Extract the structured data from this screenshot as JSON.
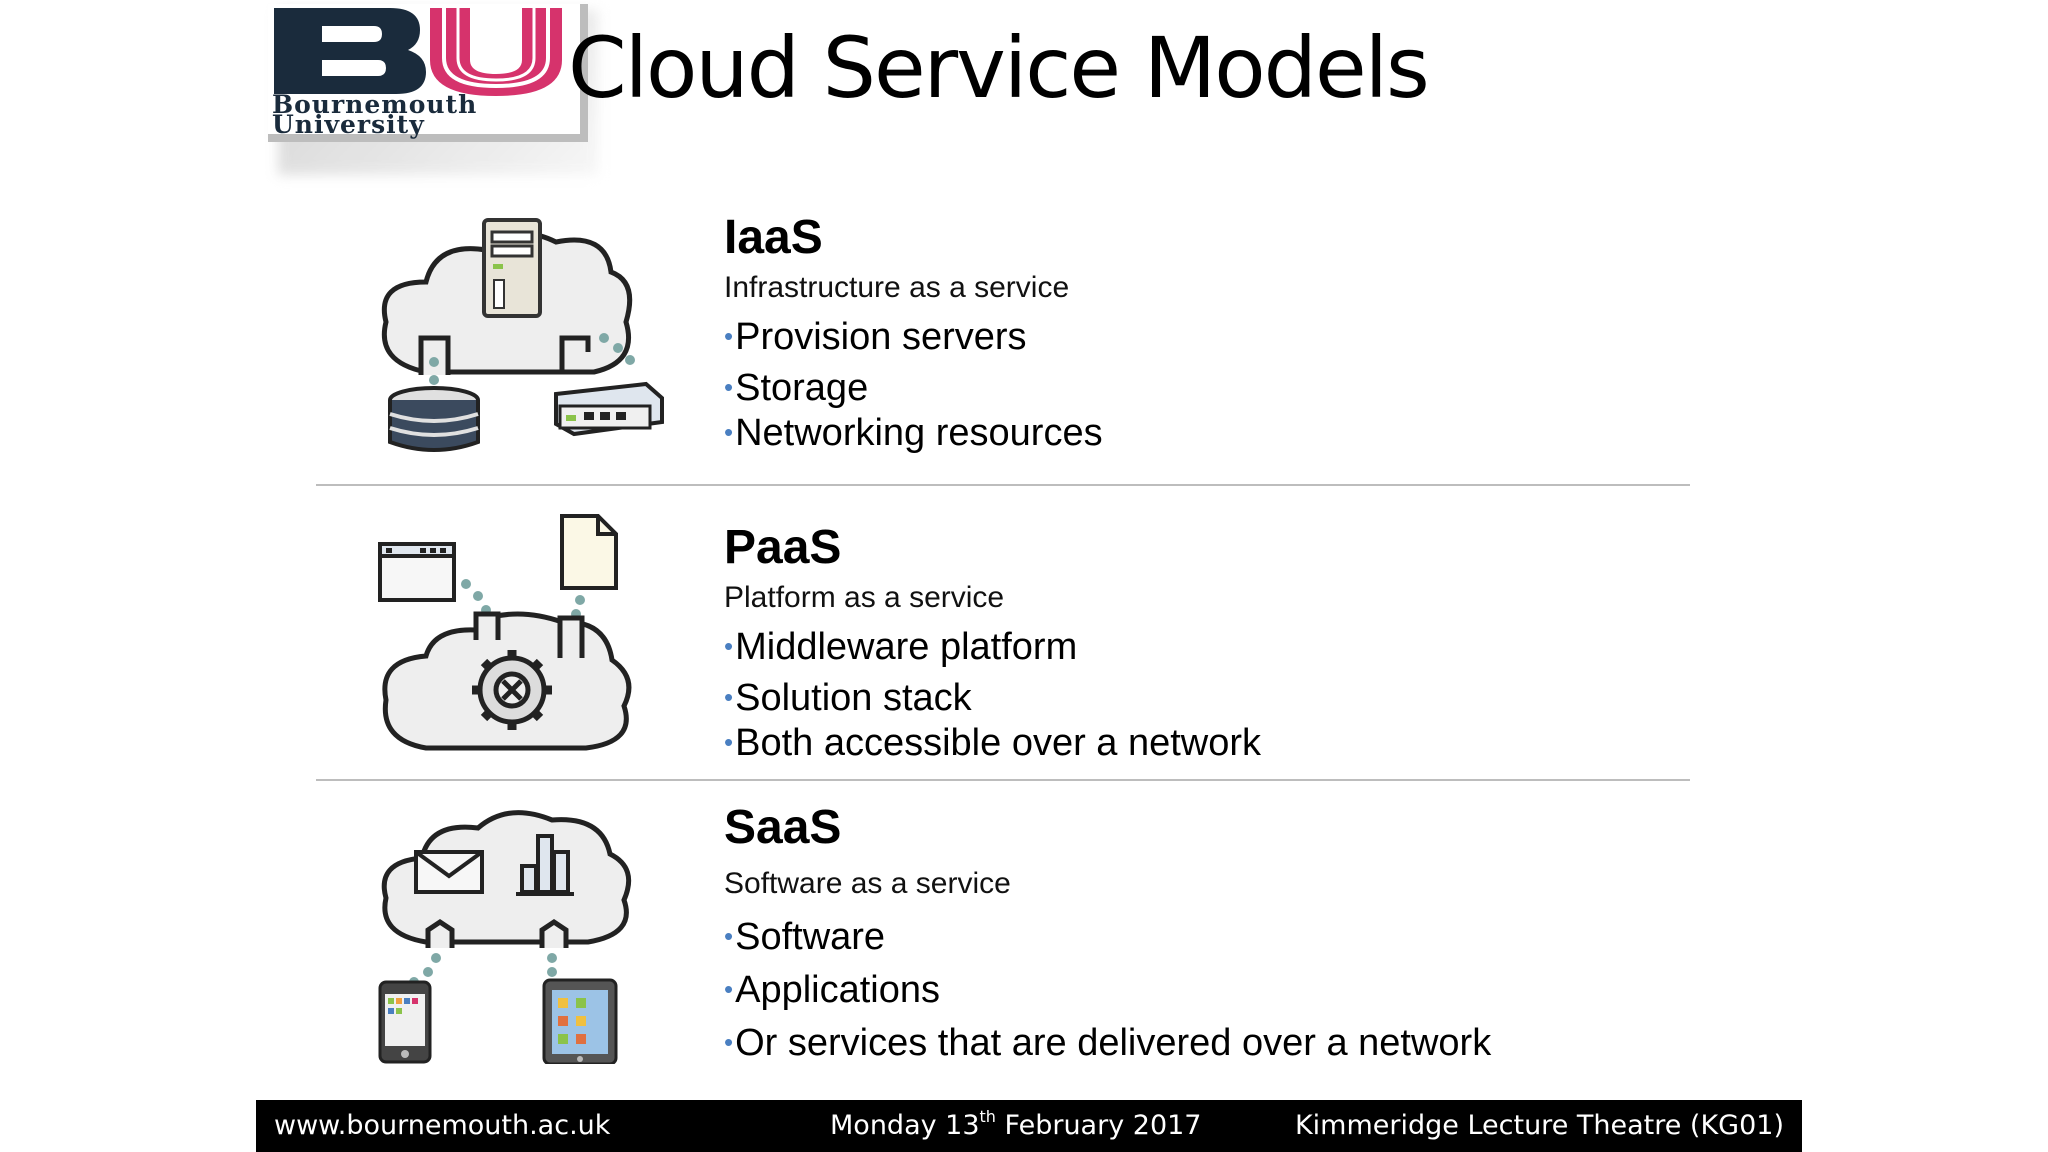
{
  "logo": {
    "letters": "BU",
    "line1": "Bournemouth",
    "line2": "University",
    "colors": {
      "b": "#1a2b3c",
      "u": "#d6336c"
    }
  },
  "title": "Cloud Service Models",
  "models": [
    {
      "name": "IaaS",
      "subtitle": "Infrastructure as a service",
      "items": [
        "Provision servers",
        "Storage",
        "Networking resources"
      ],
      "icon": "cloud-infrastructure-icon"
    },
    {
      "name": "PaaS",
      "subtitle": "Platform as a service",
      "items": [
        "Middleware platform",
        "Solution stack",
        "Both accessible over a network"
      ],
      "icon": "cloud-platform-icon"
    },
    {
      "name": "SaaS",
      "subtitle": "Software as a service",
      "items": [
        "Software",
        "Applications",
        "Or services that are delivered over a network"
      ],
      "icon": "cloud-software-icon"
    }
  ],
  "bullet": "•",
  "footer": {
    "url": "www.bournemouth.ac.uk",
    "date_pre": "Monday 13",
    "date_sup": "th",
    "date_post": " February 2017",
    "venue": "Kimmeridge Lecture Theatre (KG01)"
  },
  "colors": {
    "accent": "#4a7fc1",
    "footer_bg": "#000000",
    "dots": "#7fa8a6"
  }
}
